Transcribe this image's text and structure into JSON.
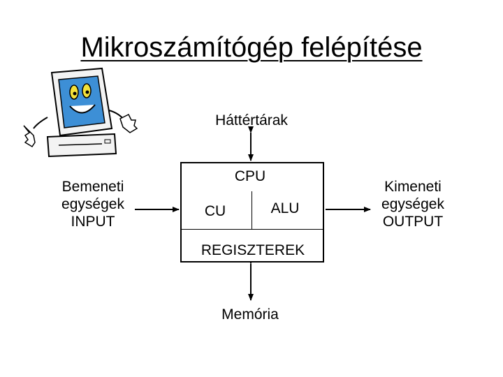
{
  "title": "Mikroszámítógép felépítése",
  "storage_label": "Háttértárak",
  "input": {
    "line1": "Bemeneti",
    "line2": "egységek",
    "line3": "INPUT"
  },
  "cpu": {
    "title": "CPU",
    "cu": "CU",
    "alu": "ALU",
    "registers": "REGISZTEREK"
  },
  "output": {
    "line1": "Kimeneti",
    "line2": "egységek",
    "line3": "OUTPUT"
  },
  "memory_label": "Memória",
  "colors": {
    "monitor_screen": "#3d8fd6",
    "monitor_body": "#f3f3f3",
    "outline": "#000000"
  }
}
